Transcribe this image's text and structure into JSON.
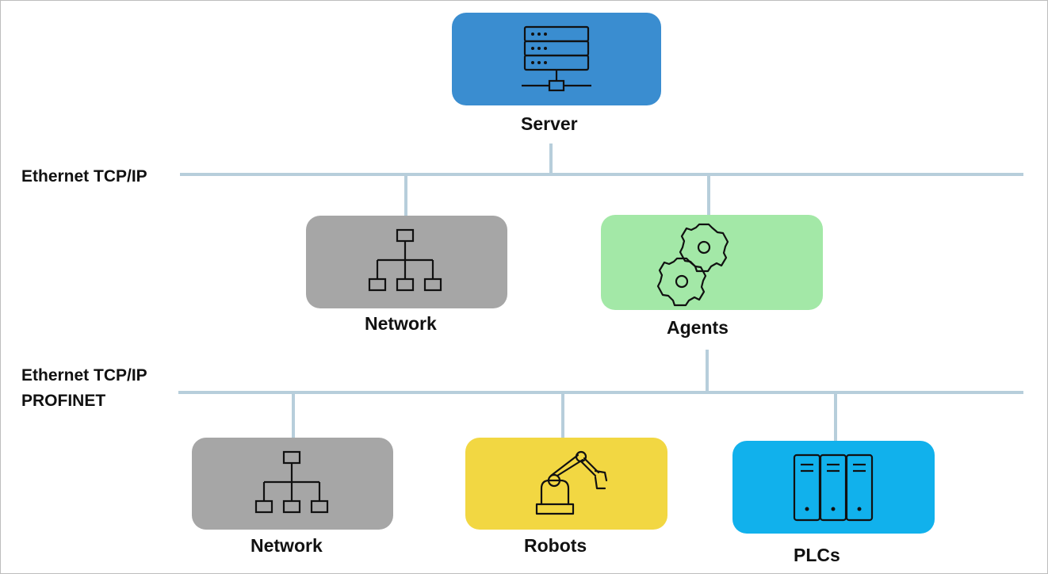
{
  "diagram": {
    "bus_top": {
      "label": "Ethernet TCP/IP"
    },
    "bus_bottom": {
      "label_line1": "Ethernet TCP/IP",
      "label_line2": "PROFINET"
    },
    "colors": {
      "bus_line": "#b7cedb",
      "server_box": "#3a8dd0",
      "network_box": "#a6a6a6",
      "agents_box": "#a3e8a7",
      "robots_box": "#f2d742",
      "plcs_box": "#11b1ec"
    },
    "nodes": {
      "server": {
        "label": "Server",
        "icon": "server-icon"
      },
      "network_top": {
        "label": "Network",
        "icon": "network-icon"
      },
      "agents": {
        "label": "Agents",
        "icon": "gears-icon"
      },
      "network_bottom": {
        "label": "Network",
        "icon": "network-icon"
      },
      "robots": {
        "label": "Robots",
        "icon": "robot-arm-icon"
      },
      "plcs": {
        "label": "PLCs",
        "icon": "plc-icon"
      }
    }
  }
}
